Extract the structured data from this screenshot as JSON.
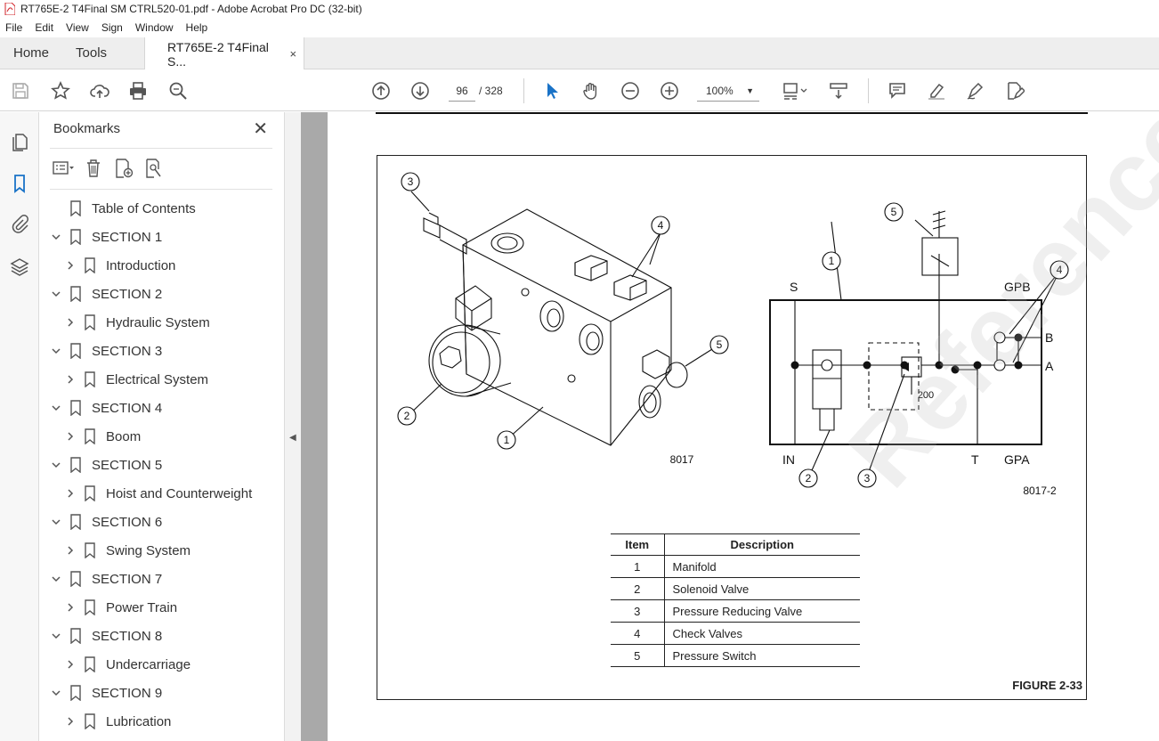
{
  "window": {
    "title": "RT765E-2 T4Final SM CTRL520-01.pdf - Adobe Acrobat Pro DC (32-bit)"
  },
  "menu": [
    "File",
    "Edit",
    "View",
    "Sign",
    "Window",
    "Help"
  ],
  "tabs": {
    "home": "Home",
    "tools": "Tools",
    "document": "RT765E-2 T4Final S...",
    "close": "×"
  },
  "toolbar": {
    "page_current": "96",
    "page_sep": "/  328",
    "zoom": "100%"
  },
  "bookmarks": {
    "header": "Bookmarks",
    "close": "✕",
    "items": [
      {
        "label": "Table of Contents",
        "level": 0,
        "chevron": "none"
      },
      {
        "label": "SECTION 1",
        "level": 0,
        "chevron": "down"
      },
      {
        "label": "Introduction",
        "level": 1,
        "chevron": "right"
      },
      {
        "label": "SECTION 2",
        "level": 0,
        "chevron": "down"
      },
      {
        "label": "Hydraulic System",
        "level": 1,
        "chevron": "right"
      },
      {
        "label": "SECTION 3",
        "level": 0,
        "chevron": "down"
      },
      {
        "label": "Electrical System",
        "level": 1,
        "chevron": "right"
      },
      {
        "label": "SECTION 4",
        "level": 0,
        "chevron": "down"
      },
      {
        "label": "Boom",
        "level": 1,
        "chevron": "right"
      },
      {
        "label": "SECTION 5",
        "level": 0,
        "chevron": "down"
      },
      {
        "label": "Hoist and Counterweight",
        "level": 1,
        "chevron": "right"
      },
      {
        "label": "SECTION 6",
        "level": 0,
        "chevron": "down"
      },
      {
        "label": "Swing System",
        "level": 1,
        "chevron": "right"
      },
      {
        "label": "SECTION 7",
        "level": 0,
        "chevron": "down"
      },
      {
        "label": "Power Train",
        "level": 1,
        "chevron": "right"
      },
      {
        "label": "SECTION 8",
        "level": 0,
        "chevron": "down"
      },
      {
        "label": "Undercarriage",
        "level": 1,
        "chevron": "right"
      },
      {
        "label": "SECTION 9",
        "level": 0,
        "chevron": "down"
      },
      {
        "label": "Lubrication",
        "level": 1,
        "chevron": "right"
      }
    ]
  },
  "document": {
    "figure_left_code": "8017",
    "figure_right_code": "8017-2",
    "callouts_left": [
      "3",
      "4",
      "5",
      "2",
      "1"
    ],
    "callouts_right": [
      "5",
      "1",
      "4",
      "2",
      "3"
    ],
    "schematic_labels": {
      "s": "S",
      "gpb": "GPB",
      "b": "B",
      "a": "A",
      "in": "IN",
      "t": "T",
      "gpa": "GPA",
      "pressure": "200"
    },
    "table_header": {
      "item": "Item",
      "description": "Description"
    },
    "table_rows": [
      {
        "item": "1",
        "description": "Manifold"
      },
      {
        "item": "2",
        "description": "Solenoid Valve"
      },
      {
        "item": "3",
        "description": "Pressure Reducing Valve"
      },
      {
        "item": "4",
        "description": "Check Valves"
      },
      {
        "item": "5",
        "description": "Pressure Switch"
      }
    ],
    "figure_label": "FIGURE 2-33",
    "watermark": "Reference Only"
  },
  "colors": {
    "accent_blue": "#1a73c7",
    "pdf_red": "#d2232a"
  }
}
